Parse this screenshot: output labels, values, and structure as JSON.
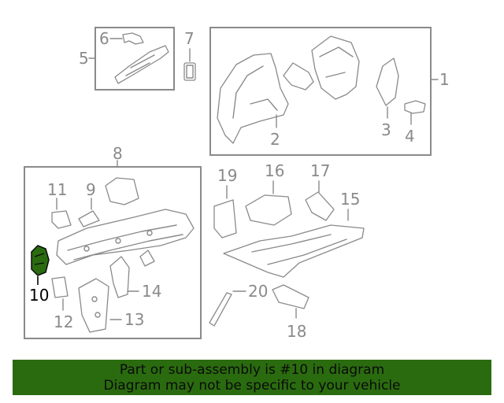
{
  "callouts": {
    "c1": "1",
    "c2": "2",
    "c3": "3",
    "c4": "4",
    "c5": "5",
    "c6": "6",
    "c7": "7",
    "c8": "8",
    "c9": "9",
    "c10": "10",
    "c11": "11",
    "c12": "12",
    "c13": "13",
    "c14": "14",
    "c15": "15",
    "c16": "16",
    "c17": "17",
    "c18": "18",
    "c19": "19",
    "c20": "20"
  },
  "highlight": {
    "part": "10",
    "color": "#2a6b0f"
  },
  "banner": {
    "line1": "Part or sub-assembly is #10 in diagram",
    "line2": "Diagram may not be specific to your vehicle",
    "background": "#2a6b0f"
  }
}
